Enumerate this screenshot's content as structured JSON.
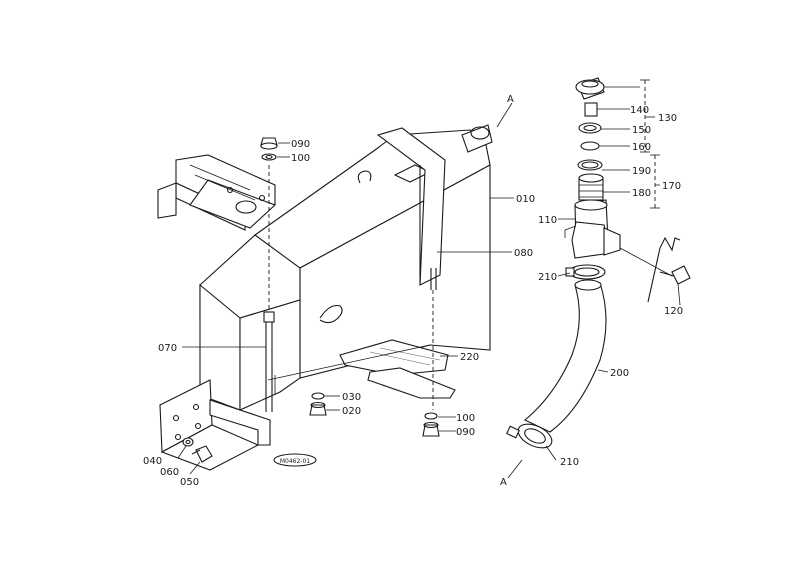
{
  "labels": {
    "p010": "010",
    "p020": "020",
    "p030": "030",
    "p040": "040",
    "p050": "050",
    "p060": "060",
    "p070": "070",
    "p080": "080",
    "p090_top": "090",
    "p090_bottom": "090",
    "p100_top": "100",
    "p100_bottom": "100",
    "p110": "110",
    "p120": "120",
    "p130": "130",
    "p140": "140",
    "p150": "150",
    "p160": "160",
    "p170": "170",
    "p180": "180",
    "p190": "190",
    "p200": "200",
    "p210_upper": "210",
    "p210_lower": "210",
    "p220": "220",
    "ref_a_top": "A",
    "ref_a_bottom": "A",
    "stamp": "M0462-01"
  },
  "colors": {
    "line": "#1a1a1a",
    "background": "#ffffff"
  }
}
